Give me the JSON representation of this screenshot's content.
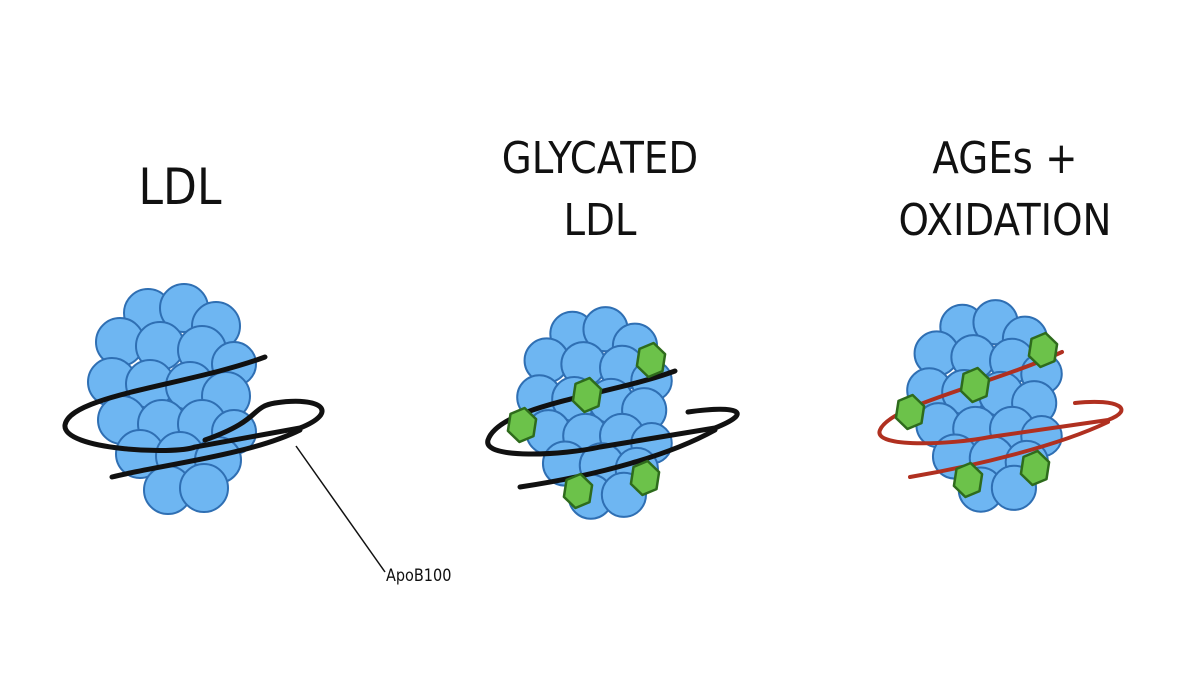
{
  "panels": [
    {
      "title_lines": [
        "LDL"
      ]
    },
    {
      "title_lines": [
        "GLYCATED",
        "LDL"
      ]
    },
    {
      "title_lines": [
        "AGEs +",
        "OXIDATION"
      ]
    }
  ],
  "callout": {
    "label": "ApoB100"
  },
  "colors": {
    "background": "#ffffff",
    "particle_fill": "#6eb6f2",
    "particle_stroke": "#2f6fb3",
    "ribbon_normal": "#111111",
    "ribbon_oxidized": "#b03020",
    "glycation_fill": "#6cc24a",
    "glycation_stroke": "#2e6b1c"
  }
}
